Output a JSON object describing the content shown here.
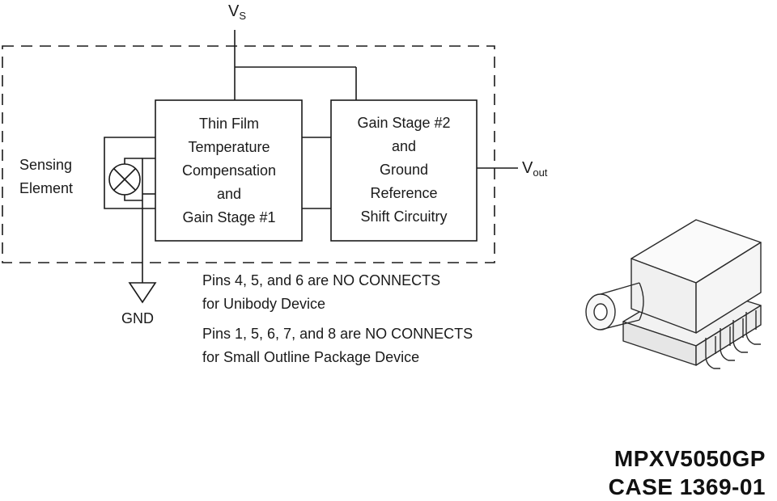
{
  "diagram": {
    "supply_label": "V",
    "supply_sub": "S",
    "output_label": "V",
    "output_sub": "out",
    "ground_label": "GND",
    "sensing_element": [
      "Sensing",
      "Element"
    ],
    "block1": [
      "Thin Film",
      "Temperature",
      "Compensation",
      "and",
      "Gain Stage #1"
    ],
    "block2": [
      "Gain Stage #2",
      "and",
      "Ground",
      "Reference",
      "Shift Circuitry"
    ],
    "notes": [
      "Pins 4, 5, and 6 are NO CONNECTS",
      "for Unibody Device",
      "Pins 1, 5, 6, 7, and 8 are NO CONNECTS",
      "for Small Outline Package Device"
    ]
  },
  "part": {
    "number": "MPXV5050GP",
    "case": "CASE 1369-01"
  }
}
